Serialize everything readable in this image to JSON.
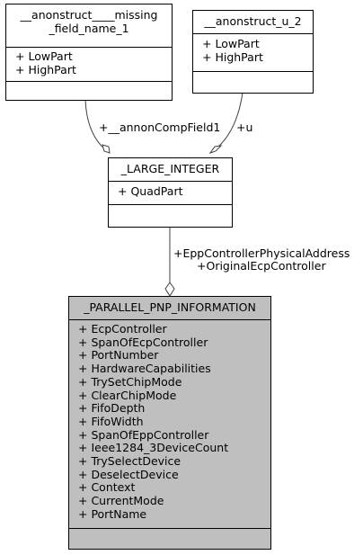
{
  "classes": {
    "missing_field": {
      "title_lines": [
        "__anonstruct____missing",
        "_field_name_1"
      ],
      "members": [
        "+ LowPart",
        "+ HighPart"
      ]
    },
    "u2": {
      "title": "__anonstruct_u_2",
      "members": [
        "+ LowPart",
        "+ HighPart"
      ]
    },
    "large_integer": {
      "title": "_LARGE_INTEGER",
      "members": [
        "+ QuadPart"
      ]
    },
    "parallel_pnp": {
      "title": "_PARALLEL_PNP_INFORMATION",
      "members": [
        "+ EcpController",
        "+ SpanOfEcpController",
        "+ PortNumber",
        "+ HardwareCapabilities",
        "+ TrySetChipMode",
        "+ ClearChipMode",
        "+ FifoDepth",
        "+ FifoWidth",
        "+ SpanOfEppController",
        "+ Ieee1284_3DeviceCount",
        "+ TrySelectDevice",
        "+ DeselectDevice",
        "+ Context",
        "+ CurrentMode",
        "+ PortName"
      ]
    }
  },
  "edges": {
    "annon_comp_field": "+__annonCompField1",
    "u": "+u",
    "epp_lines": [
      "+EppControllerPhysicalAddress",
      "+OriginalEcpController"
    ]
  },
  "colors": {
    "focus_fill": "#bfbfbf",
    "node_fill": "#ffffff",
    "edge_stroke": "#404040"
  }
}
